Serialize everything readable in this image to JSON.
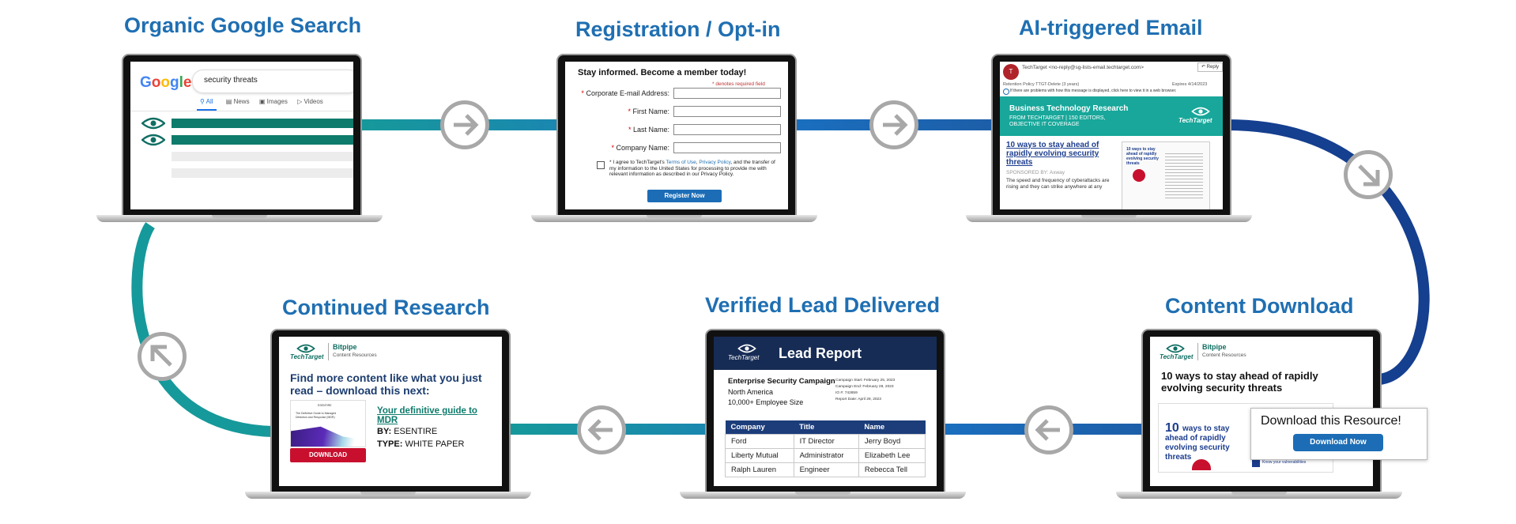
{
  "stages": {
    "organic": {
      "title": "Organic Google Search",
      "logo": "Google",
      "query": "security threats",
      "tabs": [
        "All",
        "News",
        "Images",
        "Videos"
      ]
    },
    "registration": {
      "title": "Registration / Opt-in",
      "heading": "Stay informed. Become a member today!",
      "required_note": "* denotes required field",
      "fields": [
        "Corporate E-mail Address:",
        "First Name:",
        "Last Name:",
        "Company Name:"
      ],
      "agree_prefix": "I agree to TechTarget's ",
      "terms_link": "Terms of Use",
      "sep": ", ",
      "privacy_link": "Privacy Policy",
      "agree_suffix": ", and the transfer of my information to the United States for processing to provide me with relevant information as described in our Privacy Policy.",
      "button": "Register Now"
    },
    "email": {
      "title": "AI-triggered Email",
      "from": "TechTarget <no-reply@sg-lists-email.techtarget.com>",
      "reply": "Reply",
      "retention": "Retention Policy  TTGT-Delete (3 years)",
      "expires": "Expires  4/14/2023",
      "info": "If there are problems with how this message is displayed, click here to view it in a web browser.",
      "banner_title": "Business Technology Research",
      "banner_sub1": "FROM TECHTARGET | 150 EDITORS,",
      "banner_sub2": "OBJECTIVE IT COVERAGE",
      "brand": "TechTarget",
      "article_title": "10 ways to stay ahead of rapidly evolving security threats",
      "sponsored": "SPONSORED BY: Axway",
      "snippet": "The speed and frequency of cyberattacks are rising and they can strike anywhere at any"
    },
    "download": {
      "title": "Content Download",
      "brand": "TechTarget",
      "sub_brand": "Bitpipe",
      "sub_brand_tag": "Content Resources",
      "headline": "10 ways to stay ahead of rapidly evolving security threats",
      "thumb_text": "ways to stay ahead of rapidly evolving security threats",
      "thumb_number": "10",
      "thumb_footer": "Know your vulnerabilities",
      "popup_title": "Download this Resource!",
      "popup_button": "Download Now"
    },
    "lead": {
      "title": "Verified Lead Delivered",
      "brand": "TechTarget",
      "report_title": "Lead Report",
      "campaign": "Enterprise Security Campaign",
      "region": "North America",
      "size": "10,000+ Employee Size",
      "meta": [
        "Campaign Start: February 25, 2023",
        "Campaign End: February 28, 2023",
        "IO #: 742659",
        "Report Date: April 29, 2023"
      ],
      "columns": [
        "Company",
        "Title",
        "Name"
      ],
      "rows": [
        [
          "Ford",
          "IT Director",
          "Jerry Boyd"
        ],
        [
          "Liberty Mutual",
          "Administrator",
          "Elizabeth Lee"
        ],
        [
          "Ralph Lauren",
          "Engineer",
          "Rebecca Tell"
        ]
      ]
    },
    "research": {
      "title": "Continued Research",
      "brand": "TechTarget",
      "sub_brand": "Bitpipe",
      "sub_brand_tag": "Content Resources",
      "headline": "Find more content like what you just read – download this next:",
      "link": "Your definitive guide to MDR",
      "by_label": "BY:",
      "by_value": "ESENTIRE",
      "type_label": "TYPE:",
      "type_value": "WHITE PAPER",
      "button": "DOWNLOAD",
      "thumb_brand": "ESENTIRE",
      "thumb_title": "The Definitive Guide to Managed Detection and Response (MDR)"
    }
  },
  "colors": {
    "title_blue": "#1f6fb2",
    "teal": "#16999a",
    "mid_blue": "#1a6fbf",
    "navy": "#153f8f",
    "techtarget_teal": "#18a79a",
    "download_red": "#c8102e"
  }
}
